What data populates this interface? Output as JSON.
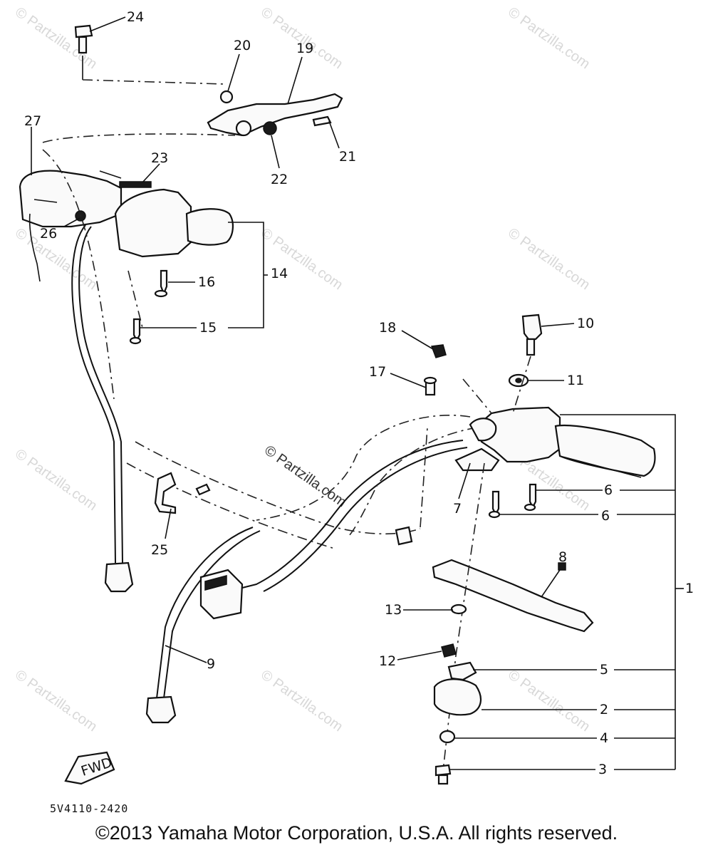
{
  "callouts": {
    "c1": "1",
    "c2": "2",
    "c3": "3",
    "c4": "4",
    "c5": "5",
    "c6a": "6",
    "c6b": "6",
    "c7": "7",
    "c8": "8",
    "c9": "9",
    "c10": "10",
    "c11": "11",
    "c12": "12",
    "c13": "13",
    "c14": "14",
    "c15": "15",
    "c16": "16",
    "c17": "17",
    "c18": "18",
    "c19": "19",
    "c20": "20",
    "c21": "21",
    "c22": "22",
    "c23": "23",
    "c24": "24",
    "c25": "25",
    "c26": "26",
    "c27": "27"
  },
  "fwd_label": "FWD",
  "diagram_code": "5V4110-2420",
  "watermark": "© Partzilla.com",
  "copyright": "©2013  Yamaha Motor Corporation, U.S.A. All rights reserved.",
  "colors": {
    "line": "#111111",
    "watermark": "#d8d8d8",
    "background": "#ffffff"
  }
}
